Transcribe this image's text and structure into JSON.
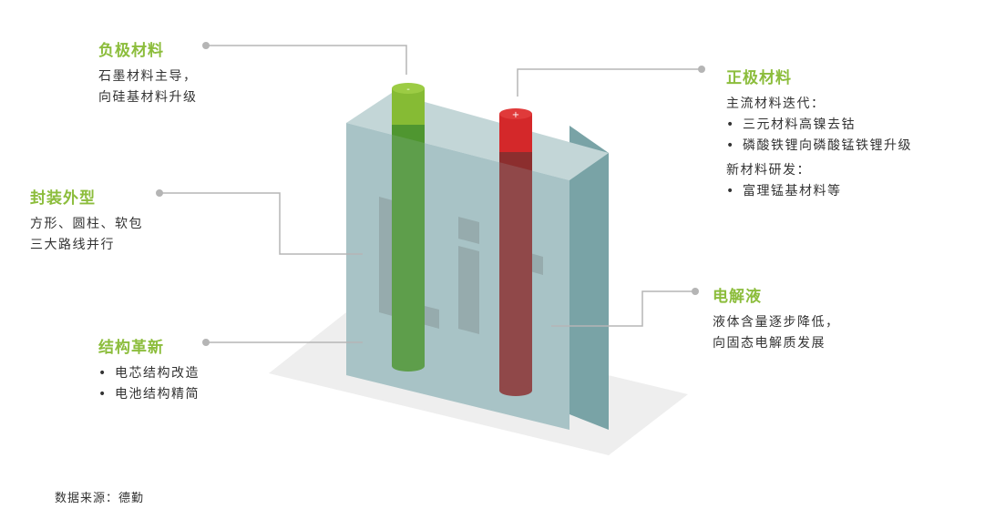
{
  "colors": {
    "heading": "#8cbd3c",
    "anode": "#5a9e2e",
    "cathode": "#c0282c",
    "box": "#8fb5b8",
    "leader": "#b5b5b5"
  },
  "glyphs": {
    "anode_cap": "-",
    "cathode_cap": "+"
  },
  "anode": {
    "title": "负极材料",
    "lines": [
      "石墨材料主导，",
      "向硅基材料升级"
    ]
  },
  "packaging": {
    "title": "封装外型",
    "lines": [
      "方形、圆柱、软包",
      "三大路线并行"
    ]
  },
  "structure": {
    "title": "结构革新",
    "bullet": "•",
    "items": [
      "电芯结构改造",
      "电池结构精简"
    ]
  },
  "cathode": {
    "title": "正极材料",
    "intro": "主流材料迭代：",
    "bullet": "•",
    "items": [
      "三元材料高镍去钴",
      "磷酸铁锂向磷酸锰铁锂升级"
    ],
    "intro2": "新材料研发：",
    "items2": [
      "富理锰基材料等"
    ]
  },
  "electrolyte": {
    "title": "电解液",
    "lines": [
      "液体含量逐步降低，",
      "向固态电解质发展"
    ]
  },
  "source": "数据来源：德勤"
}
